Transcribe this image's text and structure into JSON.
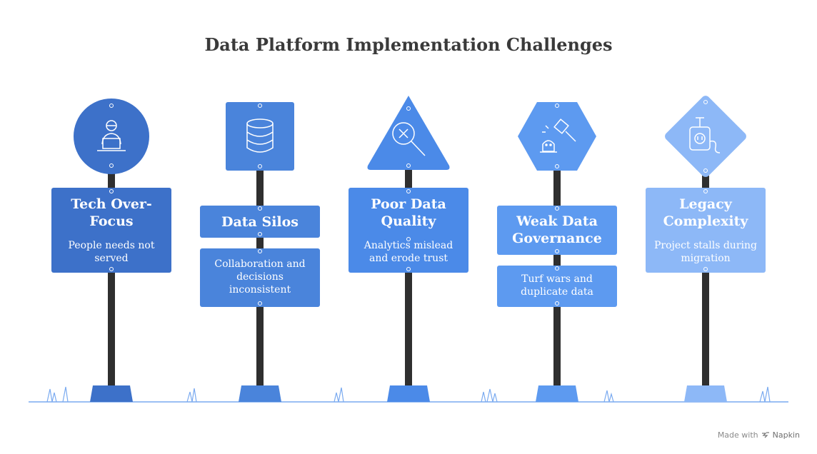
{
  "title": "Data Platform Implementation Challenges",
  "colors": [
    "#3d71c9",
    "#4a84db",
    "#4b8ae8",
    "#5d9af0",
    "#8db8f7"
  ],
  "challenges": [
    {
      "heading": "Tech Over-Focus",
      "description": "People needs not served",
      "icon": "person-laptop-icon"
    },
    {
      "heading": "Data Silos",
      "description": "Collaboration and decisions inconsistent",
      "icon": "database-icon"
    },
    {
      "heading": "Poor Data Quality",
      "description": "Analytics mislead and erode trust",
      "icon": "magnifier-x-icon"
    },
    {
      "heading": "Weak Data Governance",
      "description": "Turf wars and duplicate data",
      "icon": "gavel-icon"
    },
    {
      "heading": "Legacy Complexity",
      "description": "Project stalls during migration",
      "icon": "legacy-device-icon"
    }
  ],
  "credit": {
    "prefix": "Made with",
    "brand": "Napkin"
  }
}
